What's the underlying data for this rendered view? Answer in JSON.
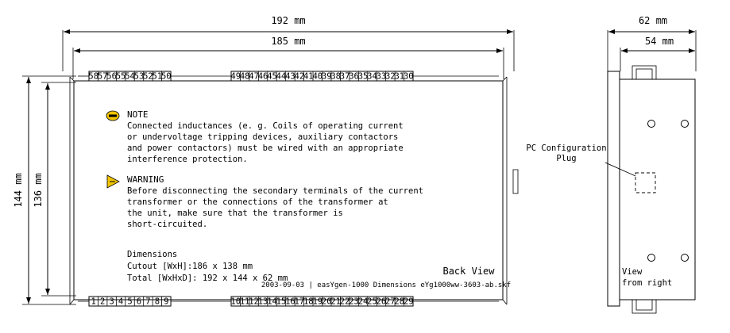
{
  "dimensions": {
    "outer_width": "192 mm",
    "inner_width": "185 mm",
    "outer_height": "144 mm",
    "inner_height": "136 mm",
    "side_outer_depth": "62 mm",
    "side_inner_depth": "54 mm"
  },
  "terminals": {
    "top_left": [
      "58",
      "57",
      "56",
      "55",
      "54",
      "53",
      "52",
      "51",
      "50"
    ],
    "top_right": [
      "49",
      "48",
      "47",
      "46",
      "45",
      "44",
      "43",
      "42",
      "41",
      "40",
      "39",
      "38",
      "37",
      "36",
      "35",
      "34",
      "33",
      "32",
      "31",
      "30"
    ],
    "bottom_left": [
      "1",
      "2",
      "3",
      "4",
      "5",
      "6",
      "7",
      "8",
      "9"
    ],
    "bottom_right": [
      "10",
      "11",
      "12",
      "13",
      "14",
      "15",
      "16",
      "17",
      "18",
      "19",
      "20",
      "21",
      "22",
      "23",
      "24",
      "25",
      "26",
      "27",
      "28",
      "29"
    ]
  },
  "note": {
    "icon": "note-icon",
    "title": "NOTE",
    "lines": [
      "Connected inductances (e. g. Coils of operating current",
      "or undervoltage tripping devices, auxiliary contactors",
      "and power contactors) must be wired with an appropriate",
      "interference protection."
    ]
  },
  "warning": {
    "icon": "warning-icon",
    "title": "WARNING",
    "lines": [
      "Before disconnecting the secondary terminals of the current",
      "transformer or the connections of the transformer at",
      "the unit, make sure that the transformer is",
      "short-circuited."
    ]
  },
  "dims_block": {
    "title": "Dimensions",
    "cutout": "Cutout [WxH]:186 x 138 mm",
    "total": "Total [WxHxD]: 192 x 144 x 62 mm"
  },
  "back_view_label": "Back View",
  "caption": "2003-09-03 | easYgen-1000 Dimensions eYg1000ww-3603-ab.skf",
  "pc_plug_label": [
    "PC Configuration",
    "Plug"
  ],
  "view_right_label": [
    "View",
    "from right"
  ],
  "colors": {
    "note_icon": "#f2c500",
    "warning_icon": "#f2c500"
  }
}
